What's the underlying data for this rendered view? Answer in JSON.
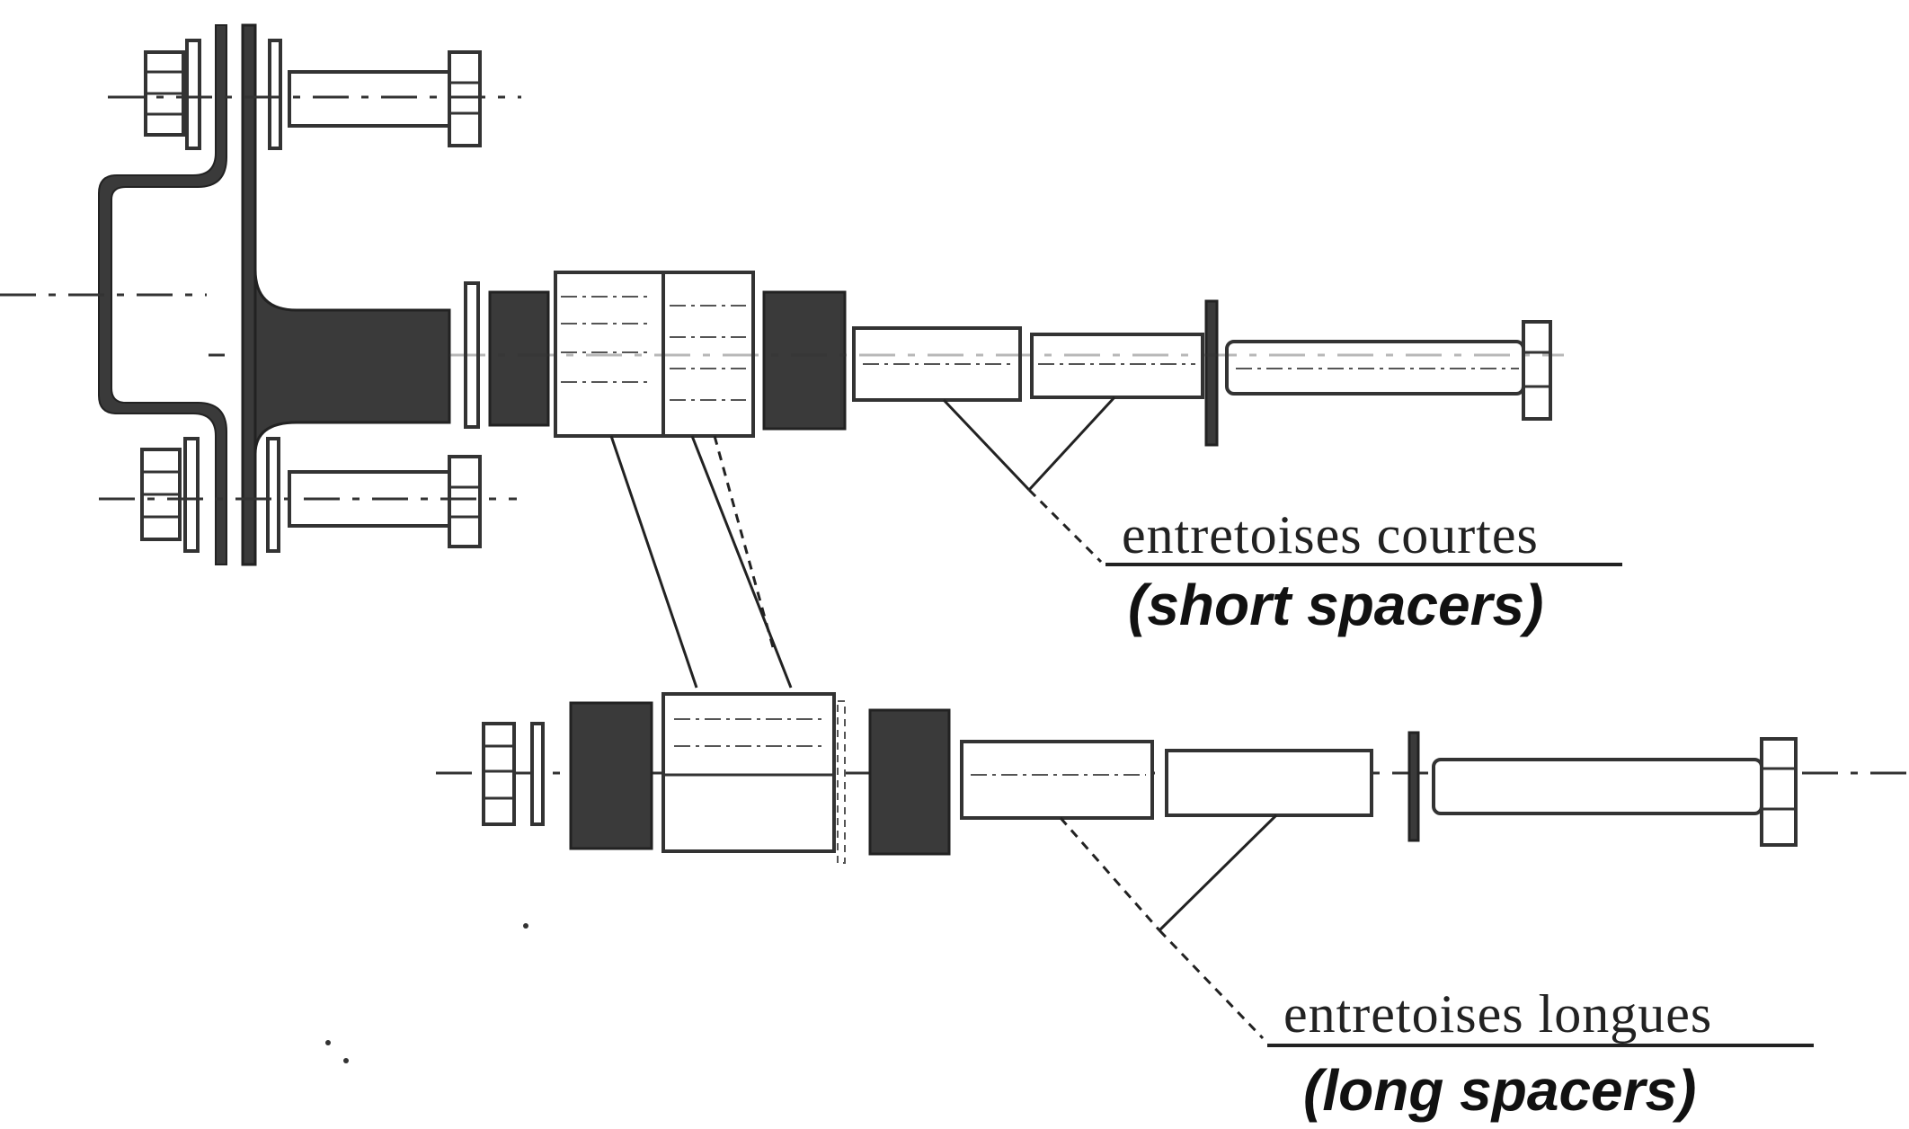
{
  "labels": {
    "short_fr": "entretoises courtes",
    "short_en": "(short spacers)",
    "long_fr": "entretoises longues",
    "long_en": "(long spacers)"
  }
}
